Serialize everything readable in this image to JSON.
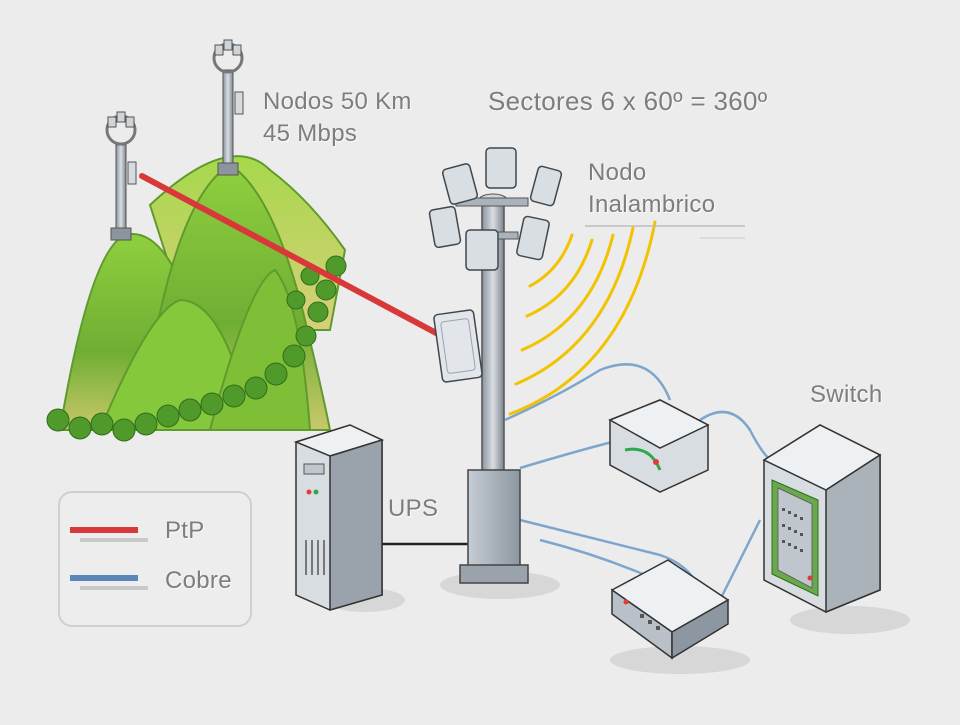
{
  "labels": {
    "nodes_line1": "Nodos 50 Km",
    "nodes_line2": "45 Mbps",
    "sectors": "Sectores 6 x 60º = 360º",
    "wireless_line1": "Nodo",
    "wireless_line2": "Inalambrico",
    "switch": "Switch",
    "ups": "UPS"
  },
  "legend": {
    "items": [
      {
        "label": "PtP",
        "color": "#d9383a"
      },
      {
        "label": "Cobre",
        "color": "#5a86b8"
      }
    ]
  },
  "colors": {
    "background": "#ececec",
    "ptp_link": "#d9383a",
    "copper_cable": "#7ea6cc",
    "wireless_waves": "#f2c300",
    "hills": "#7bbd3a",
    "text": "#7d7d7d"
  },
  "icons": [
    "tower-icon",
    "antenna-panel-icon",
    "ups-cabinet-icon",
    "switch-rack-icon",
    "router-icon",
    "modem-icon"
  ]
}
